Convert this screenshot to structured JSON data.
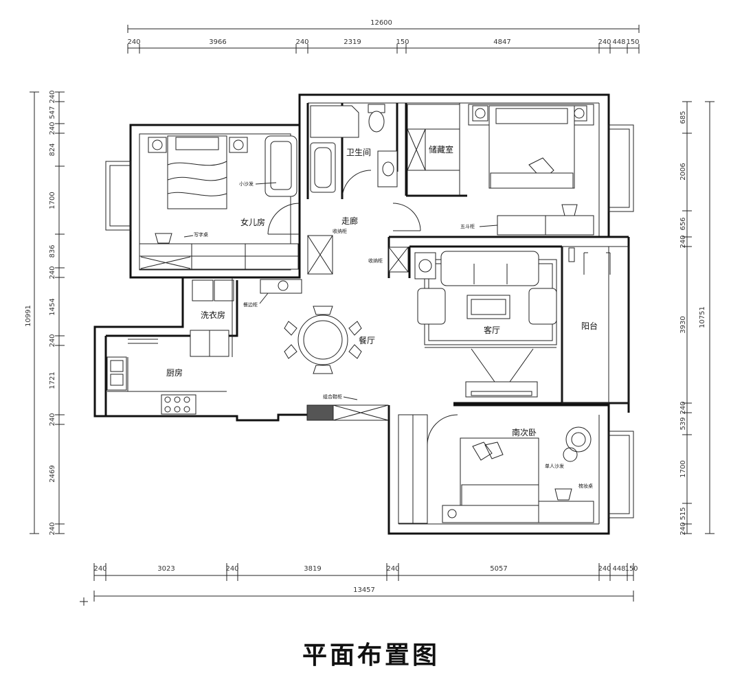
{
  "title": "平面布置图",
  "dimensions": {
    "top_total": "12600",
    "top_segments": [
      "240",
      "3966",
      "240",
      "2319",
      "150",
      "4847",
      "240",
      "448",
      "150"
    ],
    "bottom_total": "13457",
    "bottom_segments": [
      "240",
      "3023",
      "240",
      "3819",
      "240",
      "5057",
      "240",
      "448",
      "150"
    ],
    "left_total": "10991",
    "left_segments": [
      "240",
      "547",
      "240",
      "824",
      "1700",
      "836",
      "240",
      "1454",
      "240",
      "1721",
      "240",
      "2469",
      "240"
    ],
    "right_total": "10751",
    "right_segments": [
      "685",
      "2006",
      "656",
      "240",
      "3930",
      "240",
      "539",
      "1700",
      "515",
      "240"
    ]
  },
  "rooms": {
    "daughter_room": "女儿房",
    "bathroom": "卫生间",
    "storage": "储藏室",
    "corridor": "走廊",
    "laundry": "洗衣房",
    "dining": "餐厅",
    "living": "客厅",
    "balcony": "阳台",
    "kitchen": "厨房",
    "south_bedroom": "南次卧"
  },
  "furniture_labels": {
    "small_sofa": "小沙发",
    "desk": "写字桌",
    "storage_cabinet": "收纳柜",
    "storage_cabinet_2": "收纳柜",
    "chest": "五斗柜",
    "sideboard": "餐边柜",
    "combo_cabinet": "组合鞋柜",
    "single_sofa": "单人沙发",
    "vanity": "梳妆桌"
  }
}
